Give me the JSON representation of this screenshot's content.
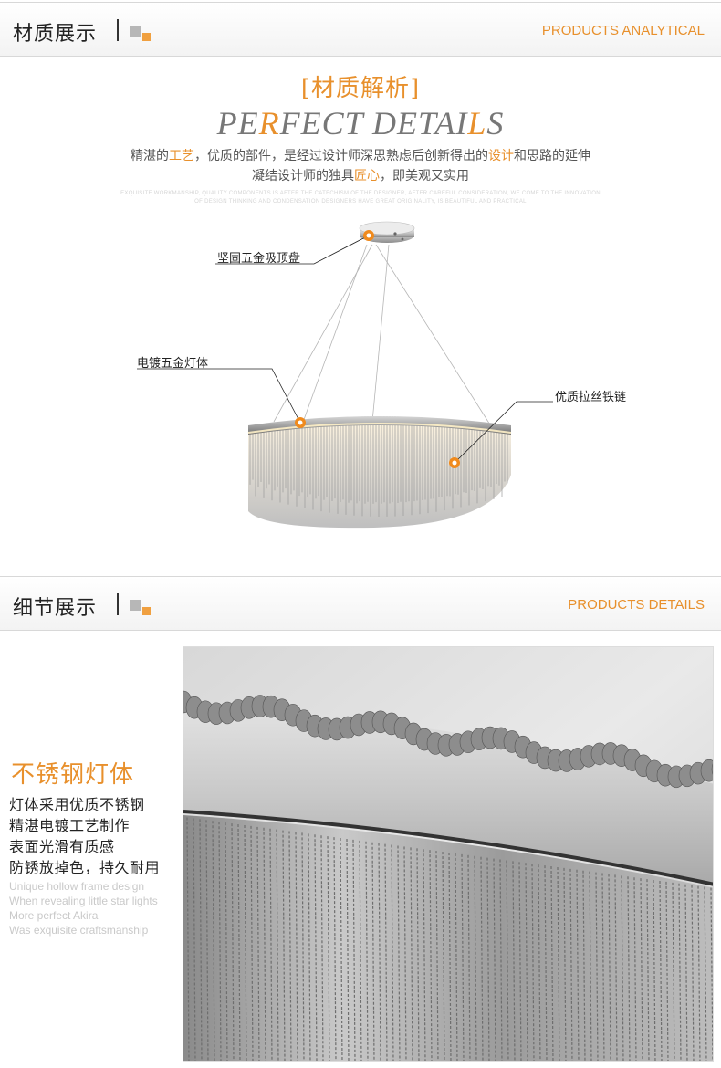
{
  "section1": {
    "title": "材质展示",
    "subtitle_en": "PRODUCTS ANALYTICAL"
  },
  "analysis": {
    "cn_title": "[材质解析]",
    "big_title_parts": [
      "PE",
      "R",
      "FECT DETAI",
      "L",
      "S"
    ],
    "line1_parts": [
      "精湛的",
      "工艺",
      "，优质的部件，是经过设计师深思熟虑后创新得出的",
      "设计",
      "和思路的延伸"
    ],
    "line2_parts": [
      "凝结设计师的独具",
      "匠心",
      "，即美观又实用"
    ],
    "faint_line1": "EXQUISITE WORKMANSHIP, QUALITY COMPONENTS IS AFTER THE CATECHISM OF THE DESIGNER, AFTER CAREFUL CONSIDERATION, WE COME TO THE INNOVATION",
    "faint_line2": "OF DESIGN THINKING AND CONDENSATION DESIGNERS HAVE GREAT ORIGINALITY, IS BEAUTIFUL AND PRACTICAL"
  },
  "callouts": {
    "canopy": "坚固五金吸顶盘",
    "body": "电镀五金灯体",
    "chain": "优质拉丝铁链"
  },
  "section2": {
    "title": "细节展示",
    "subtitle_en": "PRODUCTS DETAILS"
  },
  "detail": {
    "heading": "不锈钢灯体",
    "lines": [
      "灯体采用优质不锈钢",
      "精湛电镀工艺制作",
      "表面光滑有质感",
      "防锈放掉色，持久耐用"
    ],
    "en_lines": [
      "Unique hollow frame design",
      "When revealing little star lights",
      "More perfect Akira",
      "Was exquisite craftsmanship"
    ]
  },
  "colors": {
    "accent": "#e8902c",
    "marker": "#f08a1c"
  }
}
